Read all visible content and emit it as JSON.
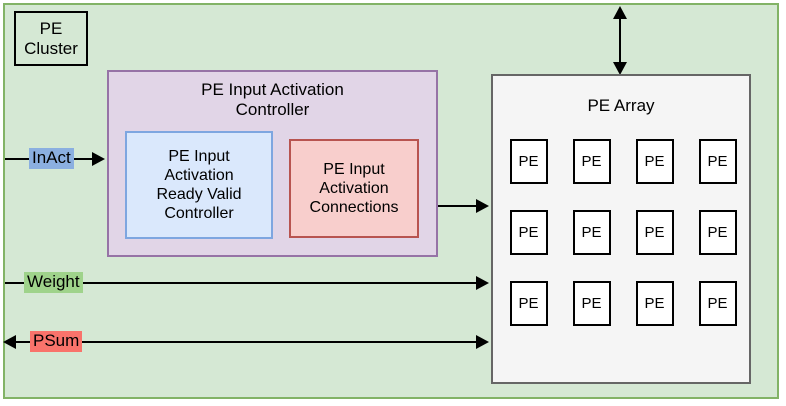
{
  "diagram": {
    "type": "block-diagram",
    "title": "PE Cluster",
    "cluster": {
      "label": "PE",
      "label_line2": "Cluster",
      "fill_color": "#d5e8d4",
      "stroke_color": "#82b366"
    },
    "controller": {
      "title_line1": "PE Input Activation",
      "title_line2": "Controller",
      "fill_color": "#e1d5e7",
      "stroke_color": "#9673a6",
      "children": [
        {
          "name": "ready-valid-controller",
          "label": "PE Input\nActivation\nReady Valid\nController",
          "fill_color": "#dae8fc",
          "stroke_color": "#7ea6e0"
        },
        {
          "name": "activation-connections",
          "label": "PE Input\nActivation\nConnections",
          "fill_color": "#f8cecc",
          "stroke_color": "#b85450"
        }
      ]
    },
    "pe_array": {
      "title": "PE Array",
      "fill_color": "#f5f5f5",
      "stroke_color": "#666666",
      "rows": 3,
      "cols": 4,
      "cell_label": "PE",
      "cells": [
        [
          "PE",
          "PE",
          "PE",
          "PE"
        ],
        [
          "PE",
          "PE",
          "PE",
          "PE"
        ],
        [
          "PE",
          "PE",
          "PE",
          "PE"
        ]
      ]
    },
    "signals": [
      {
        "name": "inact",
        "label": "InAct",
        "highlight_color": "#8bafe0",
        "direction": "in"
      },
      {
        "name": "weight",
        "label": "Weight",
        "highlight_color": "#9fd38b",
        "direction": "in"
      },
      {
        "name": "psum",
        "label": "PSum",
        "highlight_color": "#f9736b",
        "direction": "out"
      }
    ],
    "top_connection": {
      "name": "pe-array-top-bidirectional",
      "direction": "bidirectional"
    }
  }
}
